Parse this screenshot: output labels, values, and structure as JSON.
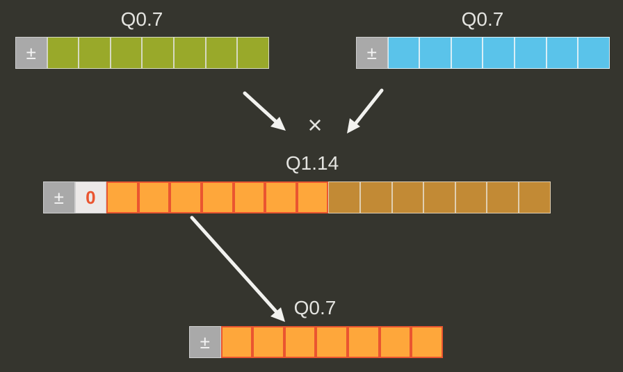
{
  "labels": {
    "top_left": "Q0.7",
    "top_right": "Q0.7",
    "middle": "Q1.14",
    "bottom": "Q0.7"
  },
  "symbols": {
    "sign": "±",
    "zero_bit": "0",
    "multiply": "×"
  },
  "colors": {
    "background": "#35352e",
    "sign_bit": "#a9a9a9",
    "green_bits": "#99a92a",
    "blue_bits": "#5ac3ea",
    "selected_bits": "#fea73b",
    "discarded_bits": "#c28a35",
    "highlight_border": "#ea5530",
    "arrow": "#f2f2ef"
  }
}
